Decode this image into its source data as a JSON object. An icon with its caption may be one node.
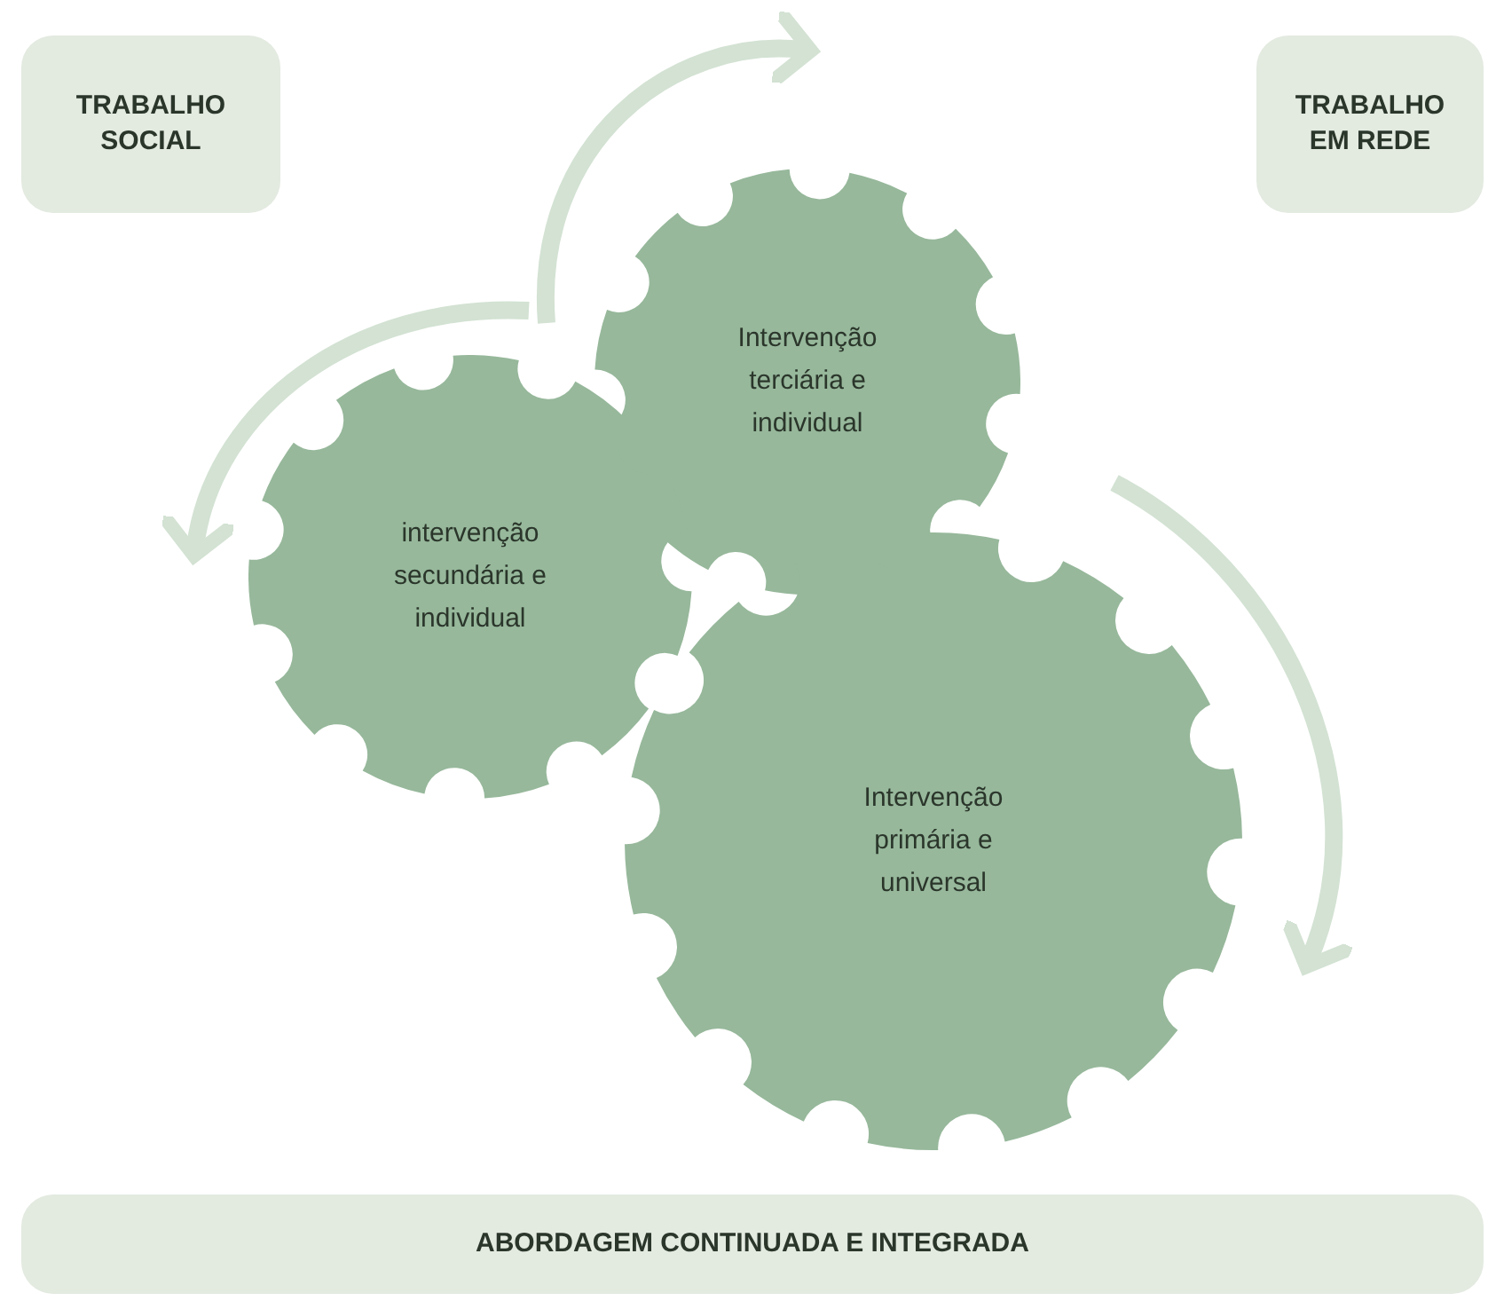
{
  "diagram": {
    "nodes": [
      {
        "text": [
          "TRABALHO SOCIAL"
        ]
      },
      {
        "text": [
          "TRABALHO EM REDE"
        ]
      },
      {
        "text": [
          "Intervenção terciária e individual"
        ]
      },
      {
        "text": [
          "intervenção secundária e individual"
        ]
      },
      {
        "text": [
          "Intervenção primária e universal"
        ]
      },
      {
        "text": [
          "ABORDAGEM CONTINUADA E INTEGRADA"
        ]
      }
    ]
  }
}
